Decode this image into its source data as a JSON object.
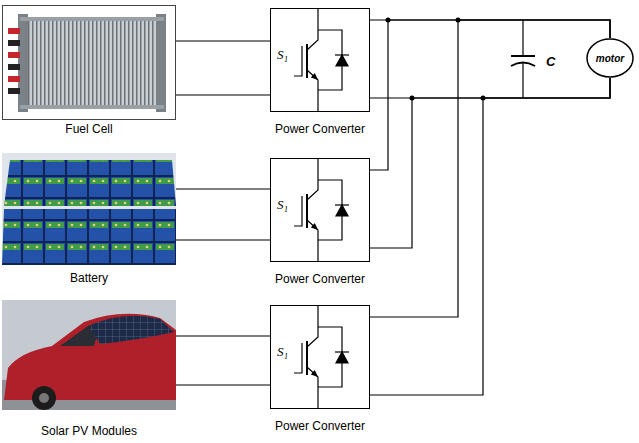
{
  "diagram": {
    "nodes": [
      {
        "text": [
          "Fuel Cell"
        ]
      },
      {
        "text": [
          "S₁",
          "Power Converter"
        ]
      },
      {
        "text": [
          "motor"
        ]
      },
      {
        "text": [
          "Battery"
        ]
      },
      {
        "text": [
          "S₁",
          "Power Converter"
        ]
      },
      {
        "text": [
          "Solar PV Modules"
        ]
      },
      {
        "text": [
          "S₁",
          "Power Converter"
        ]
      }
    ],
    "edges": [
      {
        "from": 0,
        "to": 1,
        "arrow": "none"
      },
      {
        "from": 3,
        "to": 4,
        "arrow": "none"
      },
      {
        "from": 5,
        "to": 6,
        "arrow": "none"
      },
      {
        "from": 1,
        "to": 2,
        "arrow": "none"
      },
      {
        "from": 4,
        "to": 2,
        "arrow": "none"
      },
      {
        "from": 6,
        "to": 2,
        "arrow": "none"
      }
    ],
    "labels": [
      "C"
    ]
  }
}
